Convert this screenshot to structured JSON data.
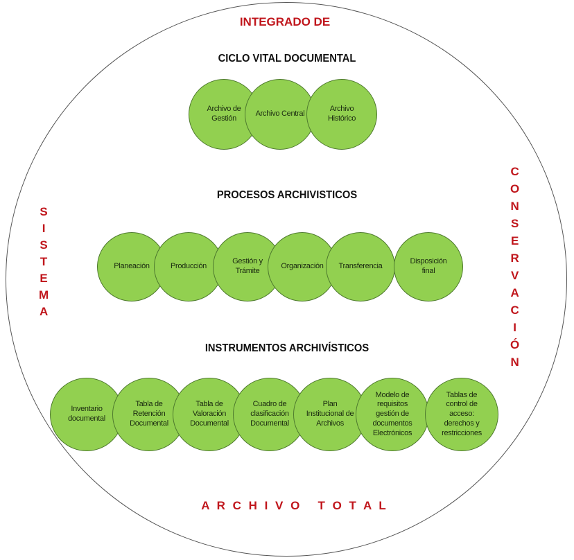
{
  "header": "INTEGRADO DE",
  "left_label": "SISTEMA",
  "right_label": "CONSERVACIÓN",
  "footer": "A R C H I V O   T O T A L",
  "sections": [
    {
      "title": "CICLO VITAL DOCUMENTAL",
      "items": [
        "Archivo de Gestión",
        "Archivo Central",
        "Archivo Histórico"
      ]
    },
    {
      "title": "PROCESOS ARCHIVISTICOS",
      "items": [
        "Planeación",
        "Producción",
        "Gestión y Trámite",
        "Organización",
        "Transferencia",
        "Disposición final"
      ]
    },
    {
      "title": "INSTRUMENTOS ARCHIVÍSTICOS",
      "items": [
        "Inventario documental",
        "Tabla de Retención Documental",
        "Tabla de Valoración Documental",
        "Cuadro de clasificación Documental",
        "Plan Institucional de Archivos",
        "Modelo de requisitos gestión de documentos Electrónicos",
        "Tablas de control de acceso: derechos y restricciones"
      ]
    }
  ],
  "colors": {
    "circle": "#92d050",
    "accent": "#c0161c"
  }
}
